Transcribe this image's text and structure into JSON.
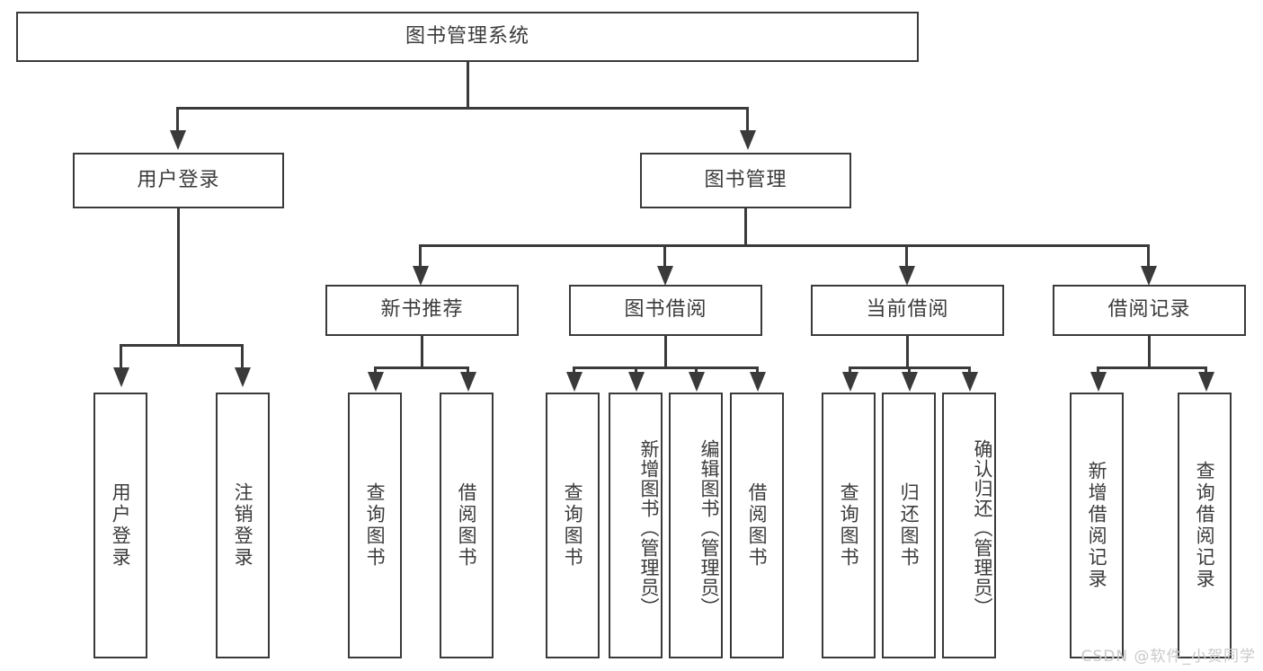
{
  "diagram": {
    "title": "图书管理系统",
    "type": "hierarchy-tree",
    "levels": 4,
    "nodes": {
      "root": {
        "label": "图书管理系统"
      },
      "level2": [
        {
          "id": "user-login",
          "label": "用户登录"
        },
        {
          "id": "book-manage",
          "label": "图书管理"
        }
      ],
      "level3": [
        {
          "id": "new-book-rec",
          "label": "新书推荐"
        },
        {
          "id": "book-borrow",
          "label": "图书借阅"
        },
        {
          "id": "current-borrow",
          "label": "当前借阅"
        },
        {
          "id": "borrow-record",
          "label": "借阅记录"
        }
      ],
      "leaves": {
        "user-login": [
          {
            "id": "leaf-user-login",
            "label": "用户登录"
          },
          {
            "id": "leaf-logout",
            "label": "注销登录"
          }
        ],
        "new-book-rec": [
          {
            "id": "leaf-query-book-1",
            "label": "查询图书"
          },
          {
            "id": "leaf-borrow-book-1",
            "label": "借阅图书"
          }
        ],
        "book-borrow": [
          {
            "id": "leaf-query-book-2",
            "label": "查询图书"
          },
          {
            "id": "leaf-add-book",
            "label": "新增图书（管理员）"
          },
          {
            "id": "leaf-edit-book",
            "label": "编辑图书（管理员）"
          },
          {
            "id": "leaf-borrow-book-2",
            "label": "借阅图书"
          }
        ],
        "current-borrow": [
          {
            "id": "leaf-query-book-3",
            "label": "查询图书"
          },
          {
            "id": "leaf-return-book",
            "label": "归还图书"
          },
          {
            "id": "leaf-confirm-return",
            "label": "确认归还（管理员）"
          }
        ],
        "borrow-record": [
          {
            "id": "leaf-add-record",
            "label": "新增借阅记录"
          },
          {
            "id": "leaf-query-record",
            "label": "查询借阅记录"
          }
        ]
      }
    },
    "watermark": "CSDN @软件_小贺同学",
    "colors": {
      "stroke": "#3a3a3a",
      "text": "#3b3b3b",
      "background": "#ffffff",
      "watermark": "#c9c9c9"
    }
  }
}
